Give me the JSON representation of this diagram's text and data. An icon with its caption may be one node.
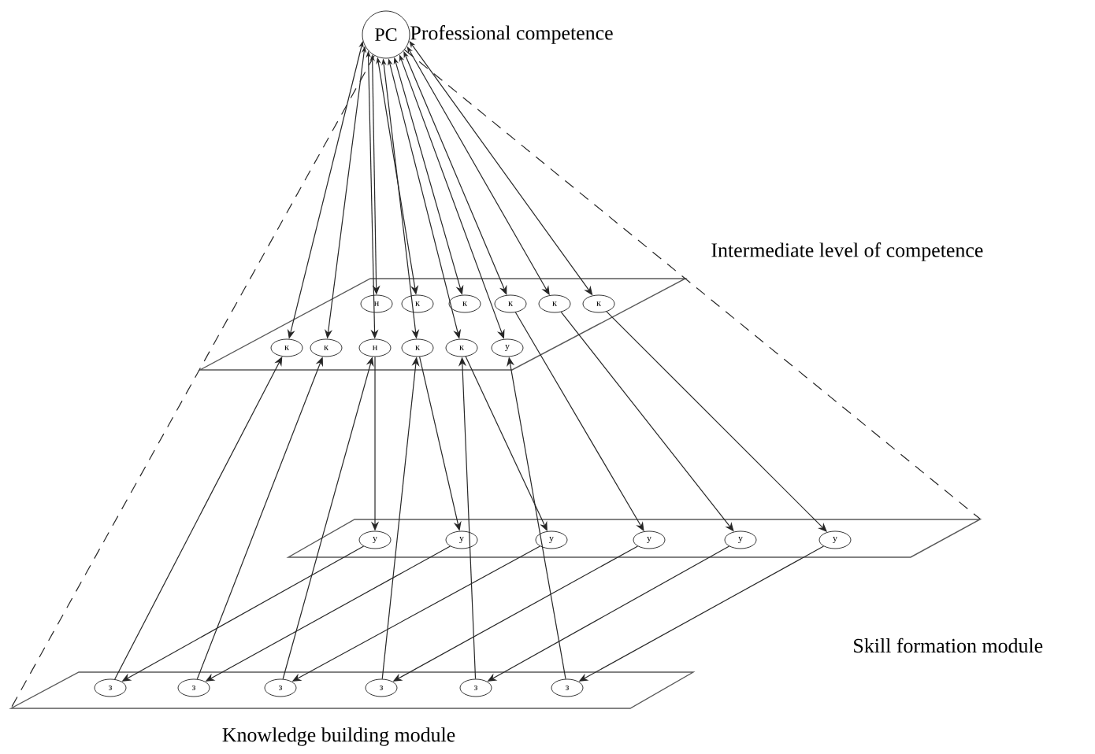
{
  "diagram": {
    "nodes": [
      {
        "text": [
          "PC"
        ],
        "beside": [
          "Professional competence"
        ]
      },
      {
        "text": [],
        "shape": "parallelogram",
        "beside": [
          "Intermediate level of competence"
        ]
      },
      {
        "text": [
          "н"
        ],
        "in": 1
      },
      {
        "text": [
          "к"
        ],
        "in": 1
      },
      {
        "text": [
          "к"
        ],
        "in": 1
      },
      {
        "text": [
          "к"
        ],
        "in": 1
      },
      {
        "text": [
          "к"
        ],
        "in": 1
      },
      {
        "text": [
          "к"
        ],
        "in": 1
      },
      {
        "text": [
          "к"
        ],
        "in": 1
      },
      {
        "text": [
          "к"
        ],
        "in": 1
      },
      {
        "text": [
          "н"
        ],
        "in": 1
      },
      {
        "text": [
          "к"
        ],
        "in": 1
      },
      {
        "text": [
          "к"
        ],
        "in": 1
      },
      {
        "text": [
          "у"
        ],
        "in": 1
      },
      {
        "text": [],
        "shape": "parallelogram",
        "beside": [
          "Skill formation module"
        ]
      },
      {
        "text": [
          "у"
        ],
        "in": 14
      },
      {
        "text": [
          "у"
        ],
        "in": 14
      },
      {
        "text": [
          "у"
        ],
        "in": 14
      },
      {
        "text": [
          "у"
        ],
        "in": 14
      },
      {
        "text": [
          "у"
        ],
        "in": 14
      },
      {
        "text": [
          "у"
        ],
        "in": 14
      },
      {
        "text": [],
        "shape": "parallelogram",
        "beside": [
          "Knowledge building module"
        ]
      },
      {
        "text": [
          "з"
        ],
        "in": 21
      },
      {
        "text": [
          "з"
        ],
        "in": 21
      },
      {
        "text": [
          "з"
        ],
        "in": 21
      },
      {
        "text": [
          "з"
        ],
        "in": 21
      },
      {
        "text": [
          "з"
        ],
        "in": 21
      },
      {
        "text": [
          "з"
        ],
        "in": 21
      }
    ],
    "edges": [
      {
        "from": 0,
        "to": 2,
        "arrow": "both"
      },
      {
        "from": 0,
        "to": 3,
        "arrow": "both"
      },
      {
        "from": 0,
        "to": 4,
        "arrow": "both"
      },
      {
        "from": 0,
        "to": 5,
        "arrow": "both"
      },
      {
        "from": 0,
        "to": 6,
        "arrow": "both"
      },
      {
        "from": 0,
        "to": 7,
        "arrow": "both"
      },
      {
        "from": 0,
        "to": 8,
        "arrow": "both"
      },
      {
        "from": 0,
        "to": 9,
        "arrow": "both"
      },
      {
        "from": 0,
        "to": 10,
        "arrow": "both"
      },
      {
        "from": 0,
        "to": 11,
        "arrow": "both"
      },
      {
        "from": 0,
        "to": 12,
        "arrow": "both"
      },
      {
        "from": 0,
        "to": 13,
        "arrow": "both"
      },
      {
        "from": 10,
        "to": 15,
        "arrow": "to"
      },
      {
        "from": 11,
        "to": 16,
        "arrow": "to"
      },
      {
        "from": 12,
        "to": 17,
        "arrow": "to"
      },
      {
        "from": 5,
        "to": 18,
        "arrow": "to"
      },
      {
        "from": 6,
        "to": 19,
        "arrow": "to"
      },
      {
        "from": 7,
        "to": 20,
        "arrow": "to"
      },
      {
        "from": 22,
        "to": 8,
        "arrow": "to"
      },
      {
        "from": 23,
        "to": 9,
        "arrow": "to"
      },
      {
        "from": 24,
        "to": 10,
        "arrow": "to"
      },
      {
        "from": 25,
        "to": 11,
        "arrow": "to"
      },
      {
        "from": 26,
        "to": 12,
        "arrow": "to"
      },
      {
        "from": 27,
        "to": 13,
        "arrow": "to"
      },
      {
        "from": 15,
        "to": 22,
        "arrow": "to"
      },
      {
        "from": 16,
        "to": 23,
        "arrow": "to"
      },
      {
        "from": 17,
        "to": 24,
        "arrow": "to"
      },
      {
        "from": 18,
        "to": 25,
        "arrow": "to"
      },
      {
        "from": 19,
        "to": 26,
        "arrow": "to"
      },
      {
        "from": 20,
        "to": 27,
        "arrow": "to"
      },
      {
        "from": 0,
        "to": 21,
        "arrow": "none",
        "style": "dashed"
      },
      {
        "from": 0,
        "to": 14,
        "arrow": "none",
        "style": "dashed"
      }
    ]
  }
}
